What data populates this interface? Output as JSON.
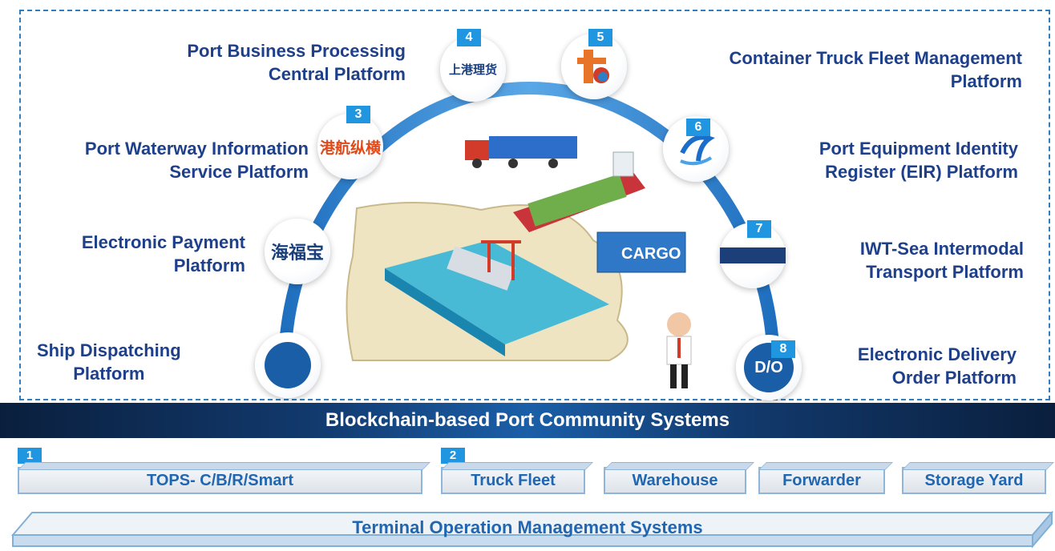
{
  "platforms": [
    {
      "id": "ship-dispatching",
      "lines": [
        "Ship Dispatching",
        "Platform"
      ]
    },
    {
      "id": "electronic-payment",
      "lines": [
        "Electronic Payment",
        "Platform"
      ],
      "logo_text": "海福宝"
    },
    {
      "id": "port-waterway",
      "lines": [
        "Port Waterway Information",
        "Service Platform"
      ],
      "badge": "3",
      "logo_text": "港航纵横"
    },
    {
      "id": "port-business",
      "lines": [
        "Port Business Processing",
        "Central Platform"
      ],
      "badge": "4",
      "logo_text": "上港理货"
    },
    {
      "id": "container-truck",
      "lines": [
        "Container Truck Fleet Management",
        "Platform"
      ],
      "badge": "5"
    },
    {
      "id": "port-equipment",
      "lines": [
        "Port Equipment Identity",
        "Register (EIR) Platform"
      ],
      "badge": "6"
    },
    {
      "id": "iwt-sea",
      "lines": [
        "IWT-Sea Intermodal",
        "Transport Platform"
      ],
      "badge": "7"
    },
    {
      "id": "electronic-delivery",
      "lines": [
        "Electronic Delivery",
        "Order Platform"
      ],
      "badge": "8",
      "logo_text": "D/O"
    }
  ],
  "center": {
    "cargo_label": "CARGO"
  },
  "banner": "Blockchain-based Port Community Systems",
  "systems": [
    {
      "label": "TOPS- C/B/R/Smart",
      "badge": "1"
    },
    {
      "label": "Truck Fleet",
      "badge": "2"
    },
    {
      "label": "Warehouse"
    },
    {
      "label": "Forwarder"
    },
    {
      "label": "Storage Yard"
    }
  ],
  "foundation": "Terminal Operation Management Systems",
  "colors": {
    "label": "#1e3f8a",
    "badge": "#2196e0",
    "arc": "#2b7fc9",
    "banner": "#123a6e",
    "system_text": "#2166b0"
  }
}
